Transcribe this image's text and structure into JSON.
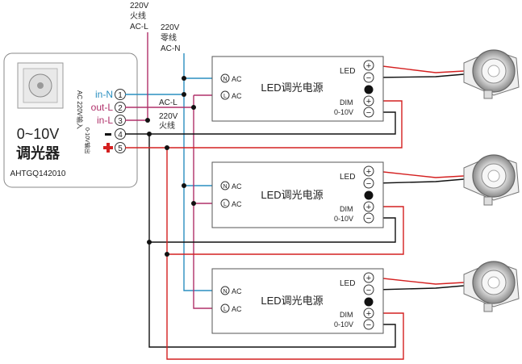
{
  "dimmer": {
    "title_line1": "0~10V",
    "title_line2": "调光器",
    "model": "AHTGQ142010",
    "side_label_ac": "AC 220V输入",
    "side_label_out": "0-10V输出",
    "terminals": [
      {
        "num": "1",
        "label": "in-N",
        "color": "#2a8fc0"
      },
      {
        "num": "2",
        "label": "out-L",
        "color": "#b0306a"
      },
      {
        "num": "3",
        "label": "in-L",
        "color": "#b0306a"
      },
      {
        "num": "4",
        "label": "−",
        "color": "#111111"
      },
      {
        "num": "5",
        "label": "+",
        "color": "#d42020"
      }
    ]
  },
  "top_labels": {
    "live_voltage": "220V",
    "live_name": "火线",
    "live_code": "AC-L",
    "neutral_voltage": "220V",
    "neutral_name": "零线",
    "neutral_code": "AC-N",
    "mid_ac_l": "AC-L",
    "mid_voltage": "220V",
    "mid_live": "火线"
  },
  "drivers": [
    {
      "title": "LED调光电源",
      "ac_n": "N",
      "ac_l": "L",
      "ac": "AC",
      "led": "LED",
      "dim": "DIM",
      "range": "0-10V"
    },
    {
      "title": "LED调光电源",
      "ac_n": "N",
      "ac_l": "L",
      "ac": "AC",
      "led": "LED",
      "dim": "DIM",
      "range": "0-10V"
    },
    {
      "title": "LED调光电源",
      "ac_n": "N",
      "ac_l": "L",
      "ac": "AC",
      "led": "LED",
      "dim": "DIM",
      "range": "0-10V"
    }
  ],
  "colors": {
    "neutral": "#2a8fc0",
    "live": "#b0306a",
    "dim_neg": "#111111",
    "dim_pos": "#d42020",
    "led_pos": "#d42020",
    "led_neg": "#111111"
  }
}
